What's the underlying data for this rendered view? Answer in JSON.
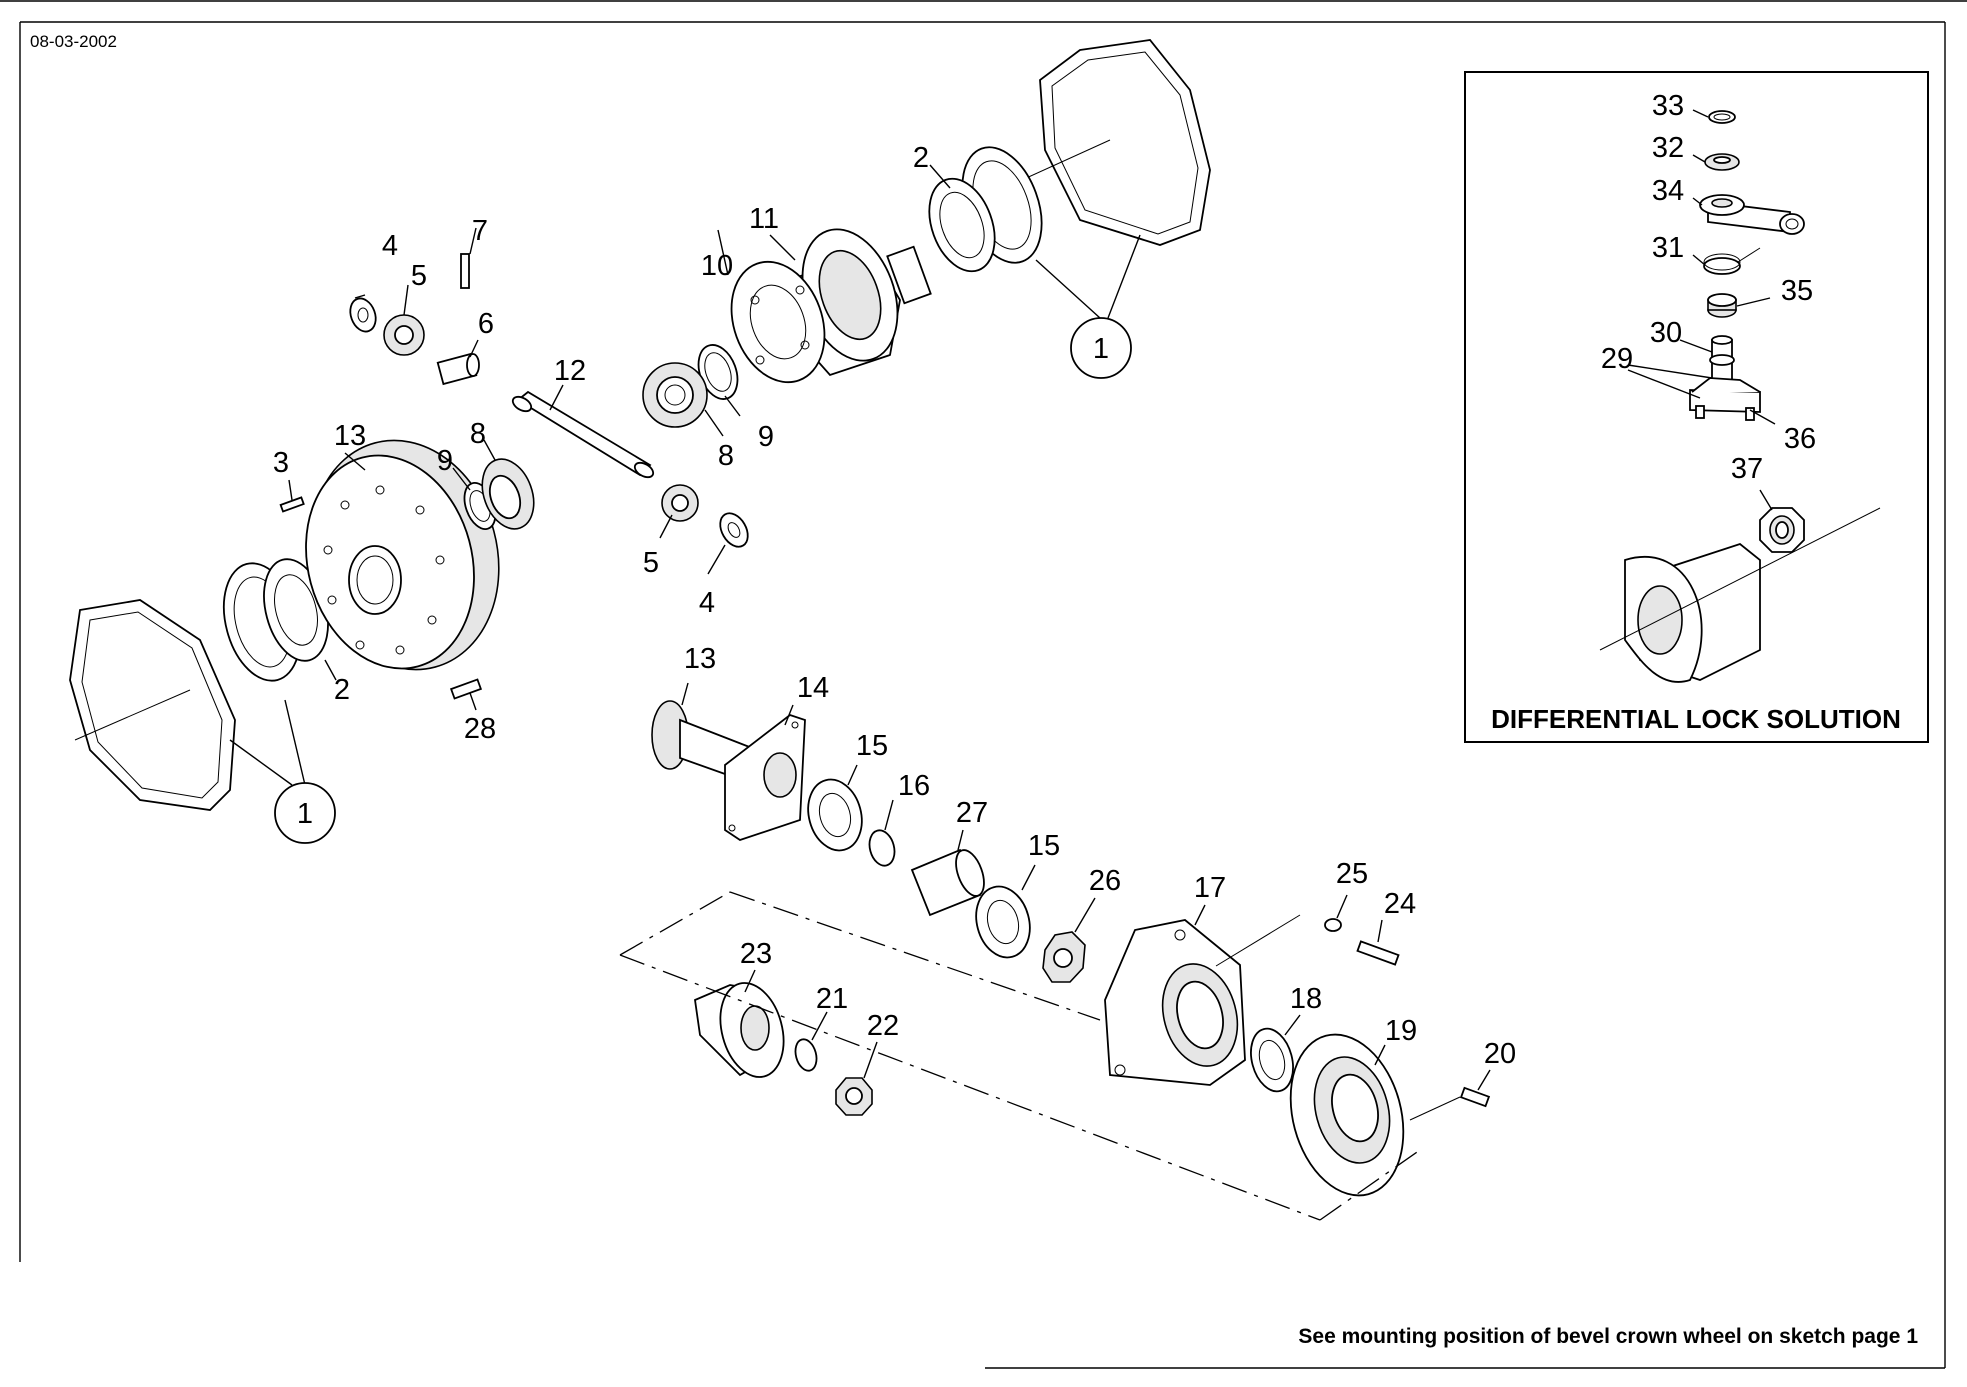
{
  "sheet": {
    "date": "08-03-2002",
    "footer_note": "See mounting position of bevel crown wheel on sketch page 1"
  },
  "inset": {
    "title": "DIFFERENTIAL LOCK SOLUTION",
    "labels": {
      "l33": "33",
      "l32": "32",
      "l34": "34",
      "l31": "31",
      "l35": "35",
      "l30": "30",
      "l29": "29",
      "l36": "36",
      "l37": "37"
    }
  },
  "labels": {
    "l1a": "1",
    "l1b": "1",
    "l2a": "2",
    "l2b": "2",
    "l3": "3",
    "l4a": "4",
    "l4b": "4",
    "l5a": "5",
    "l5b": "5",
    "l6": "6",
    "l7": "7",
    "l8a": "8",
    "l8b": "8",
    "l9a": "9",
    "l9b": "9",
    "l10": "10",
    "l11": "11",
    "l12": "12",
    "l13a": "13",
    "l13b": "13",
    "l14": "14",
    "l15a": "15",
    "l15b": "15",
    "l16": "16",
    "l17": "17",
    "l18": "18",
    "l19": "19",
    "l20": "20",
    "l21": "21",
    "l22": "22",
    "l23": "23",
    "l24": "24",
    "l25": "25",
    "l26": "26",
    "l27": "27",
    "l28": "28"
  }
}
